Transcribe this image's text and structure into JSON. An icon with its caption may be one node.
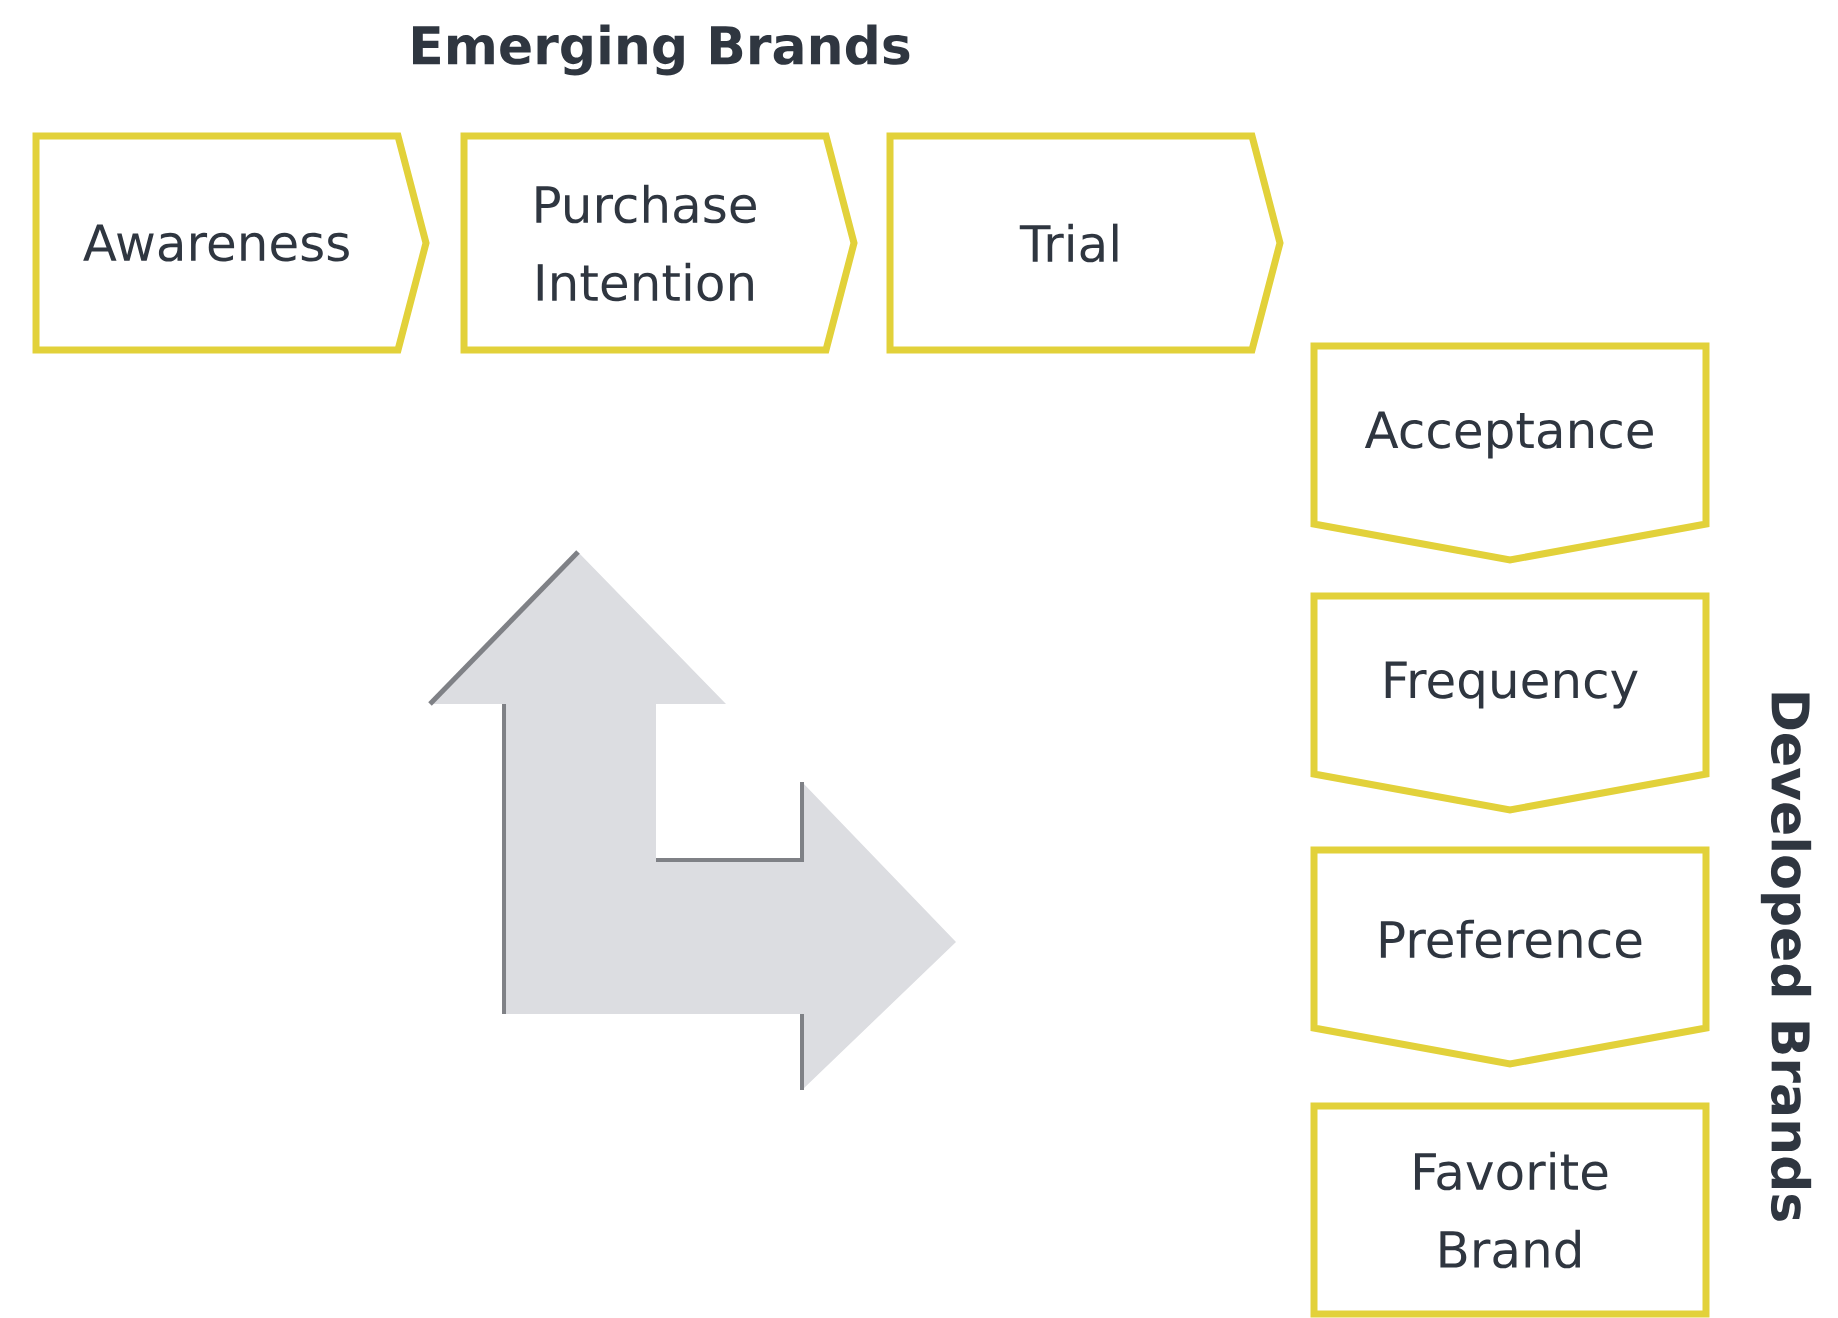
{
  "diagram": {
    "nodes": [
      {
        "text": [
          "Awareness"
        ]
      },
      {
        "text": [
          "Purchase Intention"
        ]
      },
      {
        "text": [
          "Trial"
        ]
      },
      {
        "text": [
          "Acceptance"
        ]
      },
      {
        "text": [
          "Frequency"
        ]
      },
      {
        "text": [
          "Preference"
        ]
      },
      {
        "text": [
          "Favorite Brand"
        ]
      }
    ],
    "labels": [
      "Emerging Brands",
      "Developed Brands"
    ]
  }
}
